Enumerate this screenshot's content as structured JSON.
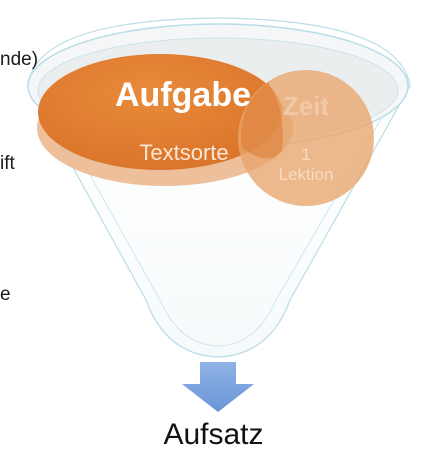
{
  "side_labels": {
    "top": "nde)",
    "middle": "ift",
    "lower": "e"
  },
  "funnel": {
    "main_circle": {
      "title": "Aufgabe",
      "subtitle": "Textsorte"
    },
    "time_circle": {
      "title": "Zeit",
      "value": "1",
      "unit": "Lektion"
    }
  },
  "output": {
    "label": "Aufsatz"
  },
  "colors": {
    "funnel_outline": "#b9dde6",
    "main_circle": "#e07b2e",
    "time_circle": "#e8a56b",
    "arrow": "#7aa3de",
    "text_light": "#ffffff"
  },
  "icons": {
    "arrow": "arrow-down-icon"
  }
}
